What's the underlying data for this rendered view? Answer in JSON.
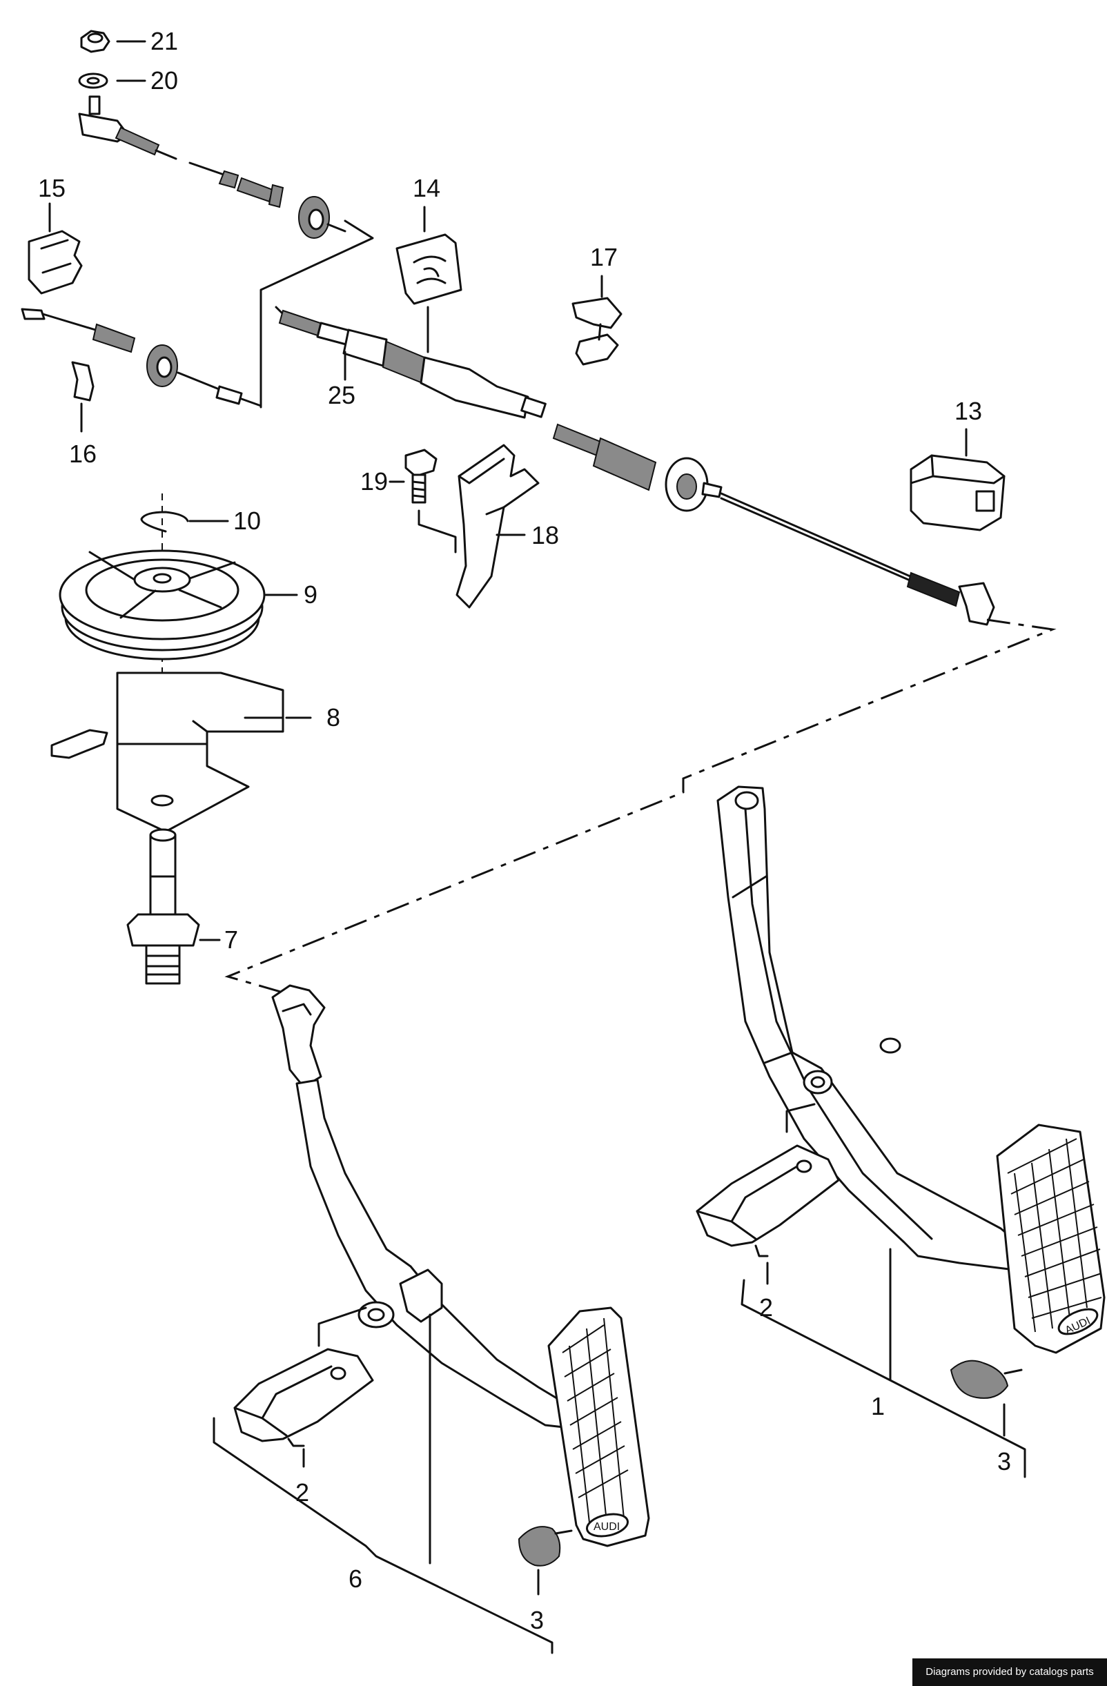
{
  "callouts": {
    "c21": "21",
    "c20": "20",
    "c15": "15",
    "c14": "14",
    "c17": "17",
    "c16": "16",
    "c25": "25",
    "c13": "13",
    "c19": "19",
    "c18": "18",
    "c10": "10",
    "c9": "9",
    "c8": "8",
    "c7": "7",
    "c2a": "2",
    "c2b": "2",
    "c1": "1",
    "c3a": "3",
    "c3b": "3",
    "c6": "6"
  },
  "pedal_logo": "AUDI",
  "credit": "Diagrams provided by catalogs parts",
  "colors": {
    "ink": "#111111",
    "background": "#ffffff",
    "credit_bg": "#111111"
  }
}
